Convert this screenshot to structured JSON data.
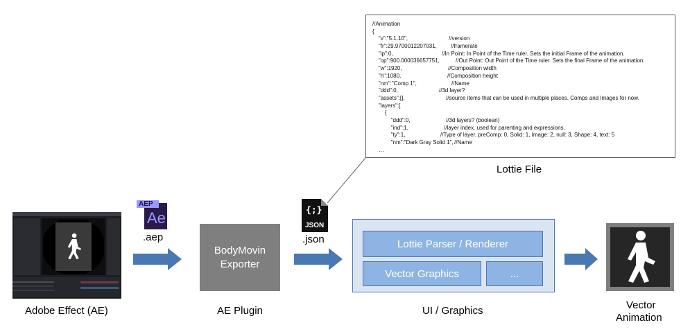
{
  "code": {
    "lines": [
      {
        "code": "//Animation",
        "comment": ""
      },
      {
        "code": "{",
        "comment": ""
      },
      {
        "code": "    \"v\":\"5.1.10\",",
        "comment": "//version"
      },
      {
        "code": "    \"fr\":29.9700012207031,",
        "comment": "//framerate"
      },
      {
        "code": "    \"ip\":0,",
        "comment": "//In Point: In Point of the Time ruler. Sets the initial Frame of the animation."
      },
      {
        "code": "    \"op\":900.000036657751,",
        "comment": "//Out Point: Out Point of the Time ruler. Sets the final Frame of the animation."
      },
      {
        "code": "    \"w\":1920,",
        "comment": "//Composition width"
      },
      {
        "code": "    \"h\":1080,",
        "comment": "//Composition height"
      },
      {
        "code": "    \"nm\":\"Comp 1\",",
        "comment": "//Name"
      },
      {
        "code": "    \"ddd\":0,",
        "comment": "//3d layer?"
      },
      {
        "code": "    \"assets\":[],",
        "comment": "//source items that can be used in multiple places. Comps and Images for now."
      },
      {
        "code": "    \"layers\":[",
        "comment": ""
      },
      {
        "code": "        {",
        "comment": ""
      },
      {
        "code": "            \"ddd\":0,",
        "comment": "//3d layers? (boolean)"
      },
      {
        "code": "            \"ind\":1,",
        "comment": "//layer index. used for parenting and expressions."
      },
      {
        "code": "            \"ty\":1,",
        "comment": "//Type of layer. preComp: 0, Solid: 1, Image: 2, null: 3, Shape: 4, text: 5"
      },
      {
        "code": "            \"nm\":\"Dark Gray Solid 1\",",
        "comment": "//Name"
      },
      {
        "code": "    …",
        "comment": ""
      }
    ],
    "caption": "Lottie File"
  },
  "source": {
    "caption": "Adobe Effect (AE)",
    "file_badge_top": "AEP",
    "file_badge_main": "Ae",
    "file_ext": ".aep"
  },
  "plugin": {
    "line1": "BodyMovin",
    "line2": "Exporter",
    "caption": "AE Plugin"
  },
  "json_file": {
    "badge_symbol": "{;}",
    "badge_text": "JSON",
    "ext": ".json"
  },
  "ui": {
    "parser": "Lottie Parser / Renderer",
    "vector": "Vector Graphics",
    "more": "...",
    "caption": "UI / Graphics"
  },
  "output": {
    "caption_line1": "Vector",
    "caption_line2": "Animation"
  },
  "colors": {
    "arrow": "#4a78b3",
    "blue_box": "#8eb4e3",
    "ui_background": "#dbe5f2",
    "plugin_gray": "#7f7f7f",
    "ae_purple": "#9999ff",
    "ae_dark": "#2a1a4a"
  }
}
